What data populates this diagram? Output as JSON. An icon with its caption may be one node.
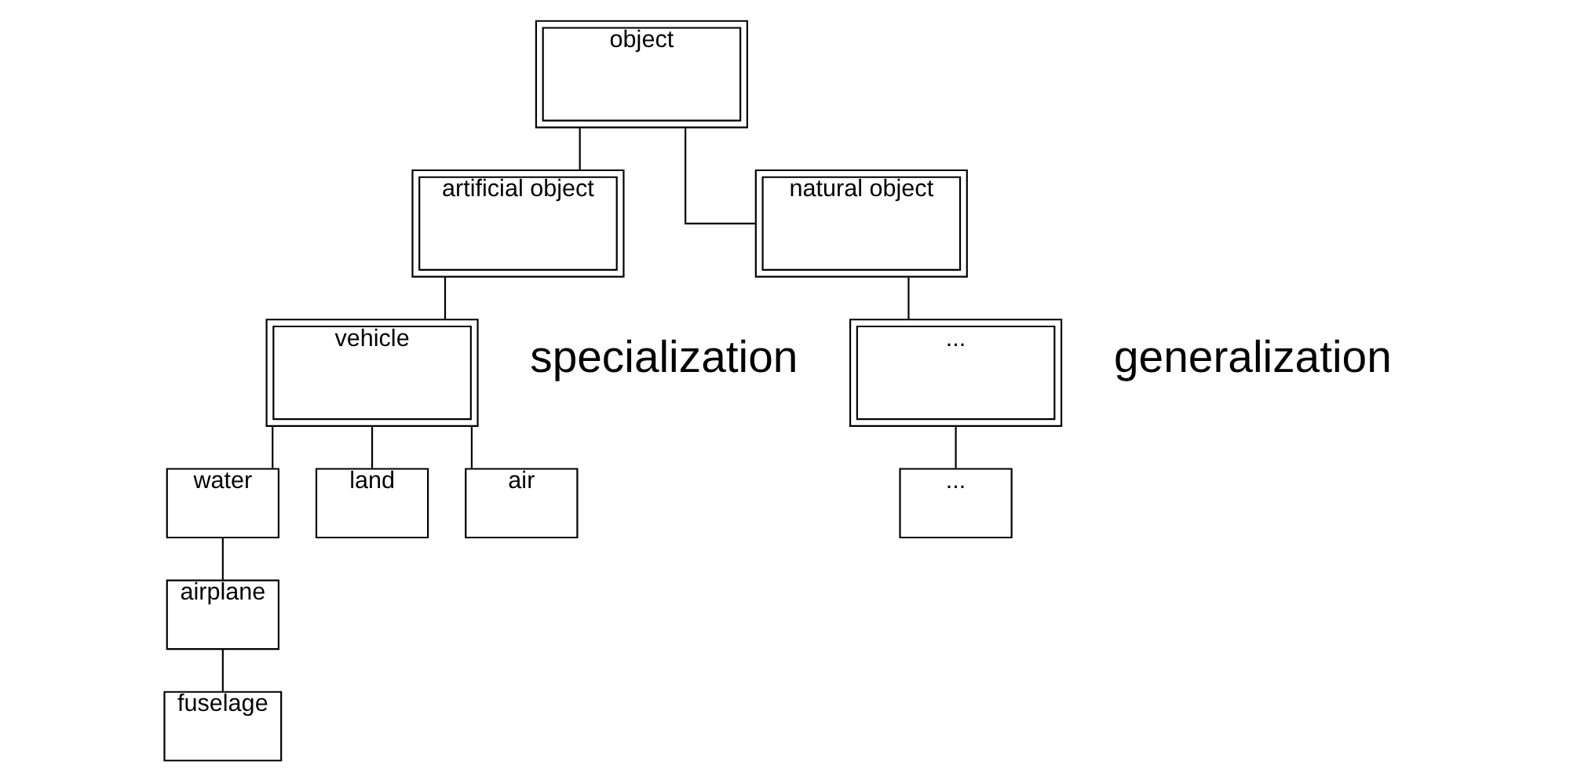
{
  "diagram": {
    "nodes": [
      {
        "text": [
          "object"
        ]
      },
      {
        "text": [
          "artificial object"
        ]
      },
      {
        "text": [
          "natural object"
        ]
      },
      {
        "text": [
          "vehicle"
        ]
      },
      {
        "text": [
          "..."
        ]
      },
      {
        "text": [
          "..."
        ]
      },
      {
        "text": [
          "water"
        ]
      },
      {
        "text": [
          "land"
        ]
      },
      {
        "text": [
          "air"
        ]
      },
      {
        "text": [
          "airplane"
        ]
      },
      {
        "text": [
          "fuselage"
        ]
      }
    ],
    "edges": [
      {
        "from": 0,
        "to": 1,
        "arrow": "none"
      },
      {
        "from": 0,
        "to": 2,
        "arrow": "none"
      },
      {
        "from": 1,
        "to": 3,
        "arrow": "none"
      },
      {
        "from": 2,
        "to": 4,
        "arrow": "none"
      },
      {
        "from": 4,
        "to": 5,
        "arrow": "none"
      },
      {
        "from": 3,
        "to": 6,
        "arrow": "none"
      },
      {
        "from": 3,
        "to": 7,
        "arrow": "none"
      },
      {
        "from": 3,
        "to": 8,
        "arrow": "none"
      },
      {
        "from": 6,
        "to": 9,
        "arrow": "none"
      },
      {
        "from": 9,
        "to": 10,
        "arrow": "none"
      }
    ],
    "labels": [
      "specialization",
      "generalization"
    ]
  }
}
